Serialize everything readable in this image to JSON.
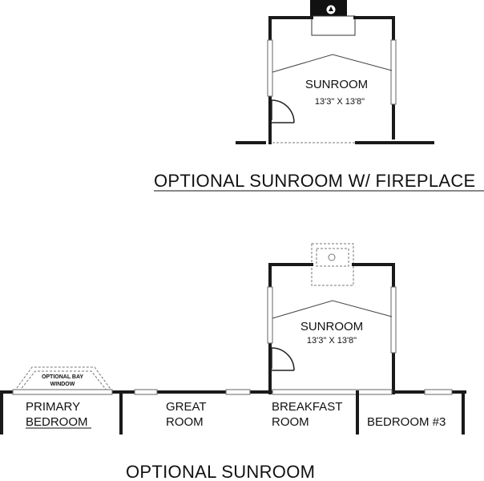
{
  "top_plan": {
    "room_label": "SUNROOM",
    "room_size": "13'3\" X 13'8\"",
    "caption": "OPTIONAL SUNROOM W/ FIREPLACE"
  },
  "bottom_plan": {
    "sunroom_label": "SUNROOM",
    "sunroom_size": "13'3\" X 13'8\"",
    "bay_window_line1": "OPTIONAL BAY",
    "bay_window_line2": "WINDOW",
    "primary_bedroom_line1": "PRIMARY",
    "primary_bedroom_line2": "BEDROOM",
    "great_room_line1": "GREAT",
    "great_room_line2": "ROOM",
    "breakfast_room_line1": "BREAKFAST",
    "breakfast_room_line2": "ROOM",
    "bedroom3_label": "BEDROOM #3",
    "caption": "OPTIONAL SUNROOM"
  }
}
